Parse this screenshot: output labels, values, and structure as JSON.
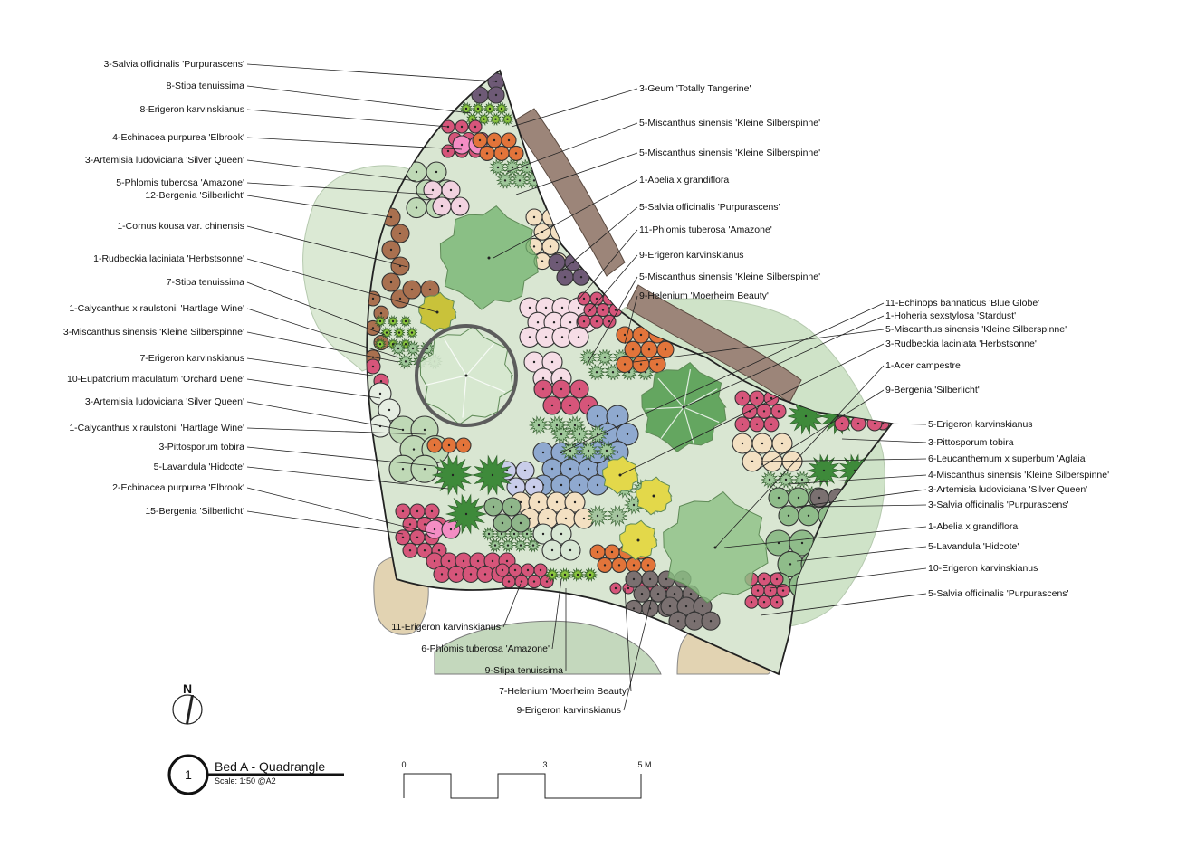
{
  "title_block": {
    "number": "1",
    "title": "Bed A - Quadrangle",
    "scale": "Scale: 1:50 @A2"
  },
  "scale_bar": {
    "ticks": [
      "0",
      "3",
      "5 M"
    ]
  },
  "north": {
    "letter": "N"
  },
  "colors": {
    "grass_bg": "#c9dfc0",
    "path": "#9c8579",
    "stone": "#e2d3b2",
    "pink": "#d6557a",
    "purple": "#6e5a76",
    "orange": "#e2743a",
    "blue": "#8fa9cf",
    "yellow": "#e3d84a",
    "lime": "#8cc63f",
    "dark_green": "#3e8a3a",
    "sage": "#9fc79a",
    "brown": "#a9704f",
    "cream": "#f3e0c2",
    "pale_pink": "#f6dde6",
    "hot_pink": "#f48dc4"
  },
  "labels_left": [
    "3-Salvia officinalis 'Purpurascens'",
    "8-Stipa tenuissima",
    "8-Erigeron karvinskianus",
    "4-Echinacea purpurea 'Elbrook'",
    "3-Artemisia ludoviciana 'Silver Queen'",
    "5-Phlomis tuberosa 'Amazone'",
    "12-Bergenia 'Silberlicht'",
    "1-Cornus kousa var. chinensis",
    "1-Rudbeckia laciniata 'Herbstsonne'",
    "7-Stipa tenuissima",
    "1-Calycanthus x raulstonii 'Hartlage Wine'",
    "3-Miscanthus sinensis 'Kleine Silberspinne'",
    "7-Erigeron karvinskianus",
    "10-Eupatorium maculatum 'Orchard Dene'",
    "3-Artemisia ludoviciana 'Silver Queen'",
    "1-Calycanthus x raulstonii 'Hartlage Wine'",
    "3-Pittosporum tobira",
    "5-Lavandula 'Hidcote'",
    "2-Echinacea purpurea 'Elbrook'",
    "15-Bergenia 'Silberlicht'"
  ],
  "labels_top_right": [
    "3-Geum 'Totally Tangerine'",
    "5-Miscanthus sinensis 'Kleine Silberspinne'",
    "5-Miscanthus sinensis 'Kleine Silberspinne'",
    "1-Abelia x grandiflora",
    "5-Salvia officinalis 'Purpurascens'",
    "11-Phlomis tuberosa 'Amazone'",
    "9-Erigeron karvinskianus",
    "5-Miscanthus sinensis 'Kleine Silberspinne'",
    "9-Helenium 'Moerheim Beauty'"
  ],
  "labels_far_right": [
    "11-Echinops bannaticus 'Blue Globe'",
    "1-Hoheria sexstylosa 'Stardust'",
    "5-Miscanthus sinensis 'Kleine Silberspinne'",
    "3-Rudbeckia laciniata 'Herbstsonne'",
    "1-Acer campestre",
    "9-Bergenia 'Silberlicht'",
    "5-Erigeron karvinskianus",
    "3-Pittosporum tobira",
    "6-Leucanthemum x superbum 'Aglaia'",
    "4-Miscanthus sinensis 'Kleine Silberspinne'",
    "3-Artemisia ludoviciana 'Silver Queen'",
    "3-Salvia officinalis 'Purpurascens'",
    "1-Abelia x grandiflora",
    "5-Lavandula 'Hidcote'",
    "10-Erigeron karvinskianus",
    "5-Salvia officinalis 'Purpurascens'"
  ],
  "labels_bottom": [
    "11-Erigeron karvinskianus",
    "6-Phlomis tuberosa 'Amazone'",
    "9-Stipa tenuissima",
    "7-Helenium 'Moerheim Beauty'",
    "9-Erigeron karvinskianus"
  ]
}
